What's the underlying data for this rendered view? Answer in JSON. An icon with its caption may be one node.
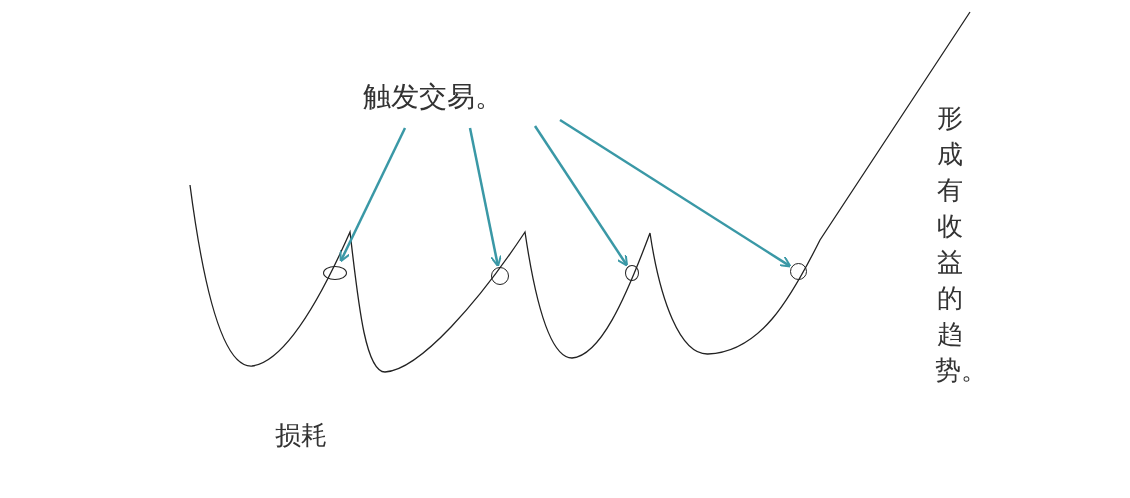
{
  "diagram": {
    "nodes": [
      {
        "text": [
          "触发交易。"
        ]
      },
      {
        "text": [],
        "shape": "circle"
      },
      {
        "text": [],
        "shape": "circle"
      },
      {
        "text": [],
        "shape": "circle"
      },
      {
        "text": [],
        "shape": "circle"
      }
    ],
    "edges": [
      {
        "from": 0,
        "to": 1,
        "arrow": "to"
      },
      {
        "from": 0,
        "to": 2,
        "arrow": "to"
      },
      {
        "from": 0,
        "to": 3,
        "arrow": "to"
      },
      {
        "from": 0,
        "to": 4,
        "arrow": "to"
      }
    ],
    "labels": [
      "形成有收益的趋势。",
      "损耗"
    ]
  }
}
